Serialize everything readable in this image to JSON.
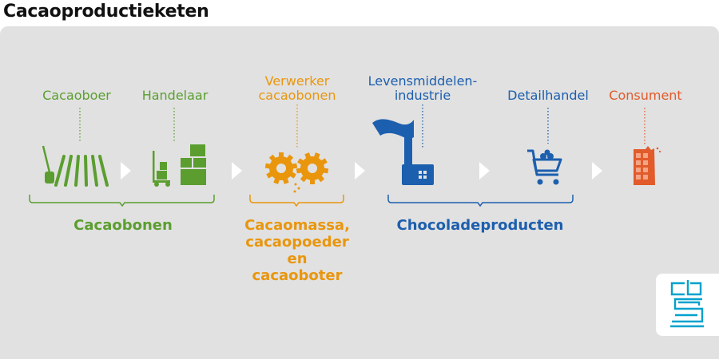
{
  "title": "Cacaoproductieketen",
  "stages": [
    {
      "label": "Cacaoboer",
      "color": "#5b9e2f",
      "icon": "plantation-icon"
    },
    {
      "label": "Handelaar",
      "color": "#5b9e2f",
      "icon": "boxes-trolley-icon"
    },
    {
      "label": "Verwerker\ncacaobonen",
      "color": "#e9960d",
      "icon": "gears-icon"
    },
    {
      "label": "Levensmiddelen-\nindustrie",
      "color": "#1c5fae",
      "icon": "factory-icon"
    },
    {
      "label": "Detailhandel",
      "color": "#1c5fae",
      "icon": "shopping-cart-icon"
    },
    {
      "label": "Consument",
      "color": "#e25b2a",
      "icon": "chocolate-bar-icon"
    }
  ],
  "groups": [
    {
      "label": "Cacaobonen",
      "color": "#5b9e2f"
    },
    {
      "label": "Cacaomassa,\ncacaopoeder\nen\ncacaoboter",
      "color": "#e9960d"
    },
    {
      "label": "Chocoladeproducten",
      "color": "#1c5fae"
    }
  ],
  "logo": {
    "text": "cbs",
    "color": "#00a1cd"
  }
}
